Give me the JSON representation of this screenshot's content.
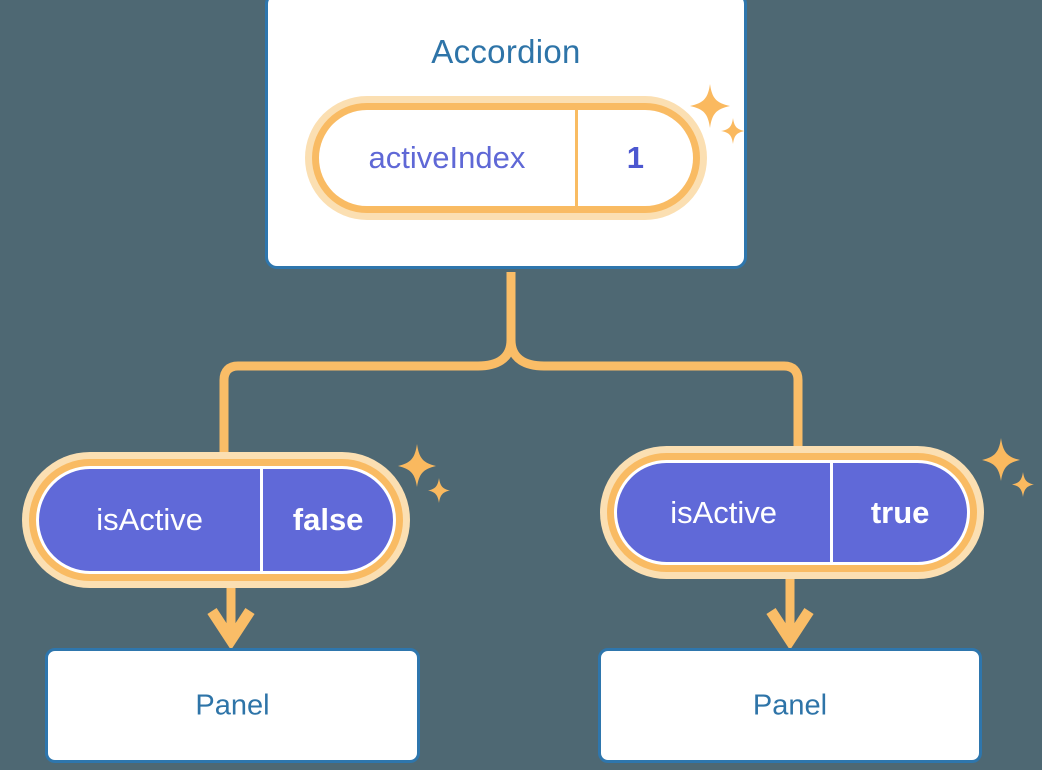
{
  "theme": {
    "background": "#4e6873",
    "card_border": "#2e76ad",
    "title_text": "#2e74a8",
    "pill_ring": "#f9bb63",
    "pill_halo": "#fbdfb2",
    "pill_solid_fill": "#6069d8",
    "connector": "#fabd67",
    "sparkle": "#fab95f",
    "value_text_light": "#4c57d0"
  },
  "root": {
    "title": "Accordion",
    "state": {
      "key": "activeIndex",
      "value": "1"
    }
  },
  "children": [
    {
      "state": {
        "key": "isActive",
        "value": "false"
      },
      "panel": {
        "title": "Panel"
      }
    },
    {
      "state": {
        "key": "isActive",
        "value": "true"
      },
      "panel": {
        "title": "Panel"
      }
    }
  ]
}
